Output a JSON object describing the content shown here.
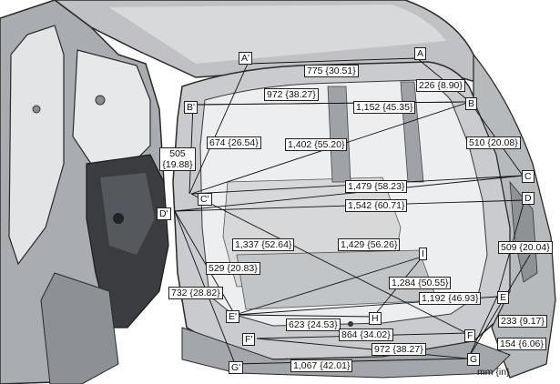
{
  "diagram": {
    "unit_note": "mm {in}",
    "points": {
      "A": "A",
      "A_prime": "A'",
      "B": "B",
      "B_prime": "B'",
      "C": "C",
      "C_prime": "C'",
      "D": "D",
      "D_prime": "D'",
      "E": "E",
      "E_prime": "E'",
      "F": "F",
      "F_prime": "F'",
      "G": "G",
      "G_prime": "G'",
      "H": "H",
      "I": "I"
    },
    "dimensions": {
      "d775": "775 {30.51}",
      "d972_top": "972 {38.27}",
      "d226": "226 {8.90}",
      "d1152": "1,152 {45.35}",
      "d674": "674 {26.54}",
      "d505_mm": "505",
      "d505_in": "{19.88}",
      "d1402": "1,402 {55.20}",
      "d510": "510 {20.08}",
      "d1479": "1,479 {58.23}",
      "d1542": "1,542 {60.71}",
      "d509": "509 {20.04}",
      "d1337": "1,337 {52.64}",
      "d1429": "1,429 {56.26}",
      "d529": "529 {20.83}",
      "d1284": "1,284 {50.55}",
      "d732": "732 {28.82}",
      "d1192": "1,192 {46.93}",
      "d623": "623 {24.53}",
      "d233": "233 {9.17}",
      "d864": "864 {34.02}",
      "d154": "154 {6.06}",
      "d972_bottom": "972 {38.27}",
      "d1067": "1,067 {42.01}"
    }
  }
}
